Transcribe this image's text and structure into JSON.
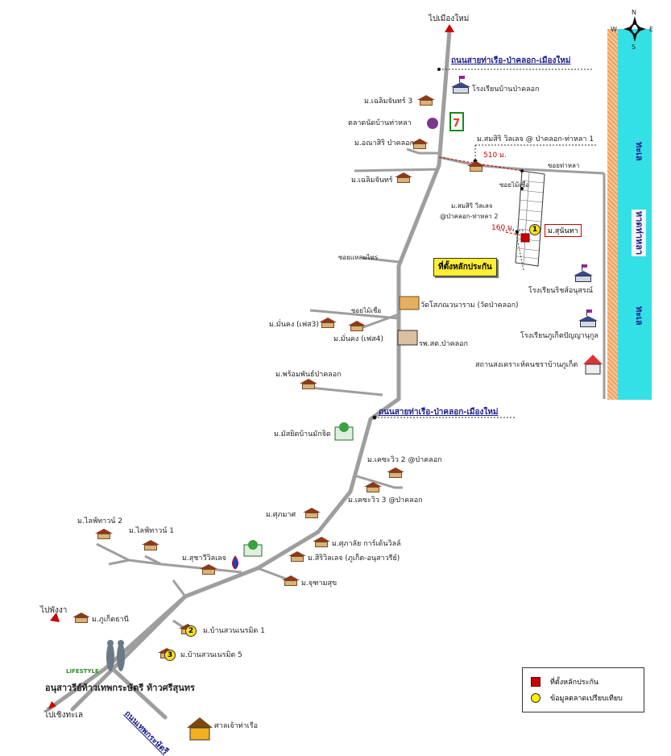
{
  "compass": {
    "n": "N",
    "s": "S",
    "e": "E",
    "w": "W"
  },
  "sea_labels": {
    "sea_top": "ทะเล",
    "beach": "หาดท่าหลา",
    "sea_bottom": "ทะเล"
  },
  "roads": {
    "main_top": "ถนนสายท่าเรือ-ป่าคลอก-เมืองใหม่",
    "main_mid": "ถนนสายท่าเรือ-ป่าคลอก-เมืองใหม่",
    "main_bottom": "ถนนเทพกระษัตรี",
    "soi_thalha": "ซอยท่าหลา",
    "soi_laemtai": "ซอยแหลมไทร",
    "soi_mainamchuen": "ซอยไม้เชื่อ",
    "soi_chuea": "ซอยไม้เชื่อ"
  },
  "directions": {
    "to_mueang_mai": "ไปเมืองใหม่",
    "to_phangnga": "ไปพังงา",
    "to_choeng_thale": "ไปเชิงทะเล"
  },
  "distances": {
    "d510": "510 ม.",
    "d160": "160 ม."
  },
  "places": {
    "school_paklok": "โรงเรียนบ้านป่าคลอก",
    "market": "ตลาดนัดบ้านท่าหลา",
    "m_chalermchan3": "ม.เฉลิมจันทร์ 3",
    "m_anasiri": "ม.อณาสิริ ป่าคลอก",
    "m_chalermchan": "ม.เฉลิมจันทร์",
    "m_somsiri1": "ม.สมสิริ วิลเลจ @ ป่าคลอก-ท่าหลา 1",
    "m_somsiri2a": "ม.สมสิริ วิลเลจ",
    "m_somsiri2b": "@ป่าคลอก-ท่าหลา 2",
    "m_sunantha": "ม.สุนันทา",
    "collateral_box": "ที่ตั้งหลักประกัน",
    "school_ritwisut": "โรงเรียนริชส์อนุสรณ์",
    "school_phuket_panyanukun": "โรงเรียนภูเก็ตปัญญานุกูล",
    "welfare": "สถานสงเคราะห์คนชราบ้านภูเก็ต",
    "wat": "วัดโสภณวนาราม (วัดป่าคลอก)",
    "m_munkong3": "ม.มั่นคง (เฟส3)",
    "m_munkong4": "ม.มั่นคง (เฟส4)",
    "hospital": "รพ.สต.ป่าคลอก",
    "m_prompan": "ม.พร้อมพันธ์ป่าคลอก",
    "mosque": "ม.มัสยิดบ้านมักจิด",
    "m_khetsaraw2": "ม.เคซะวิว 2 @ป่าคลอก",
    "m_khetsaraw3": "ม.เคซะวิว 3 @ป่าคลอก",
    "m_suphamas": "ม.ศุภมาศ",
    "m_supalai": "ม.ศุภาลัย การ์เด้นวิลล์",
    "m_siriwilet": "ม.สิริวิลเลจ (ภูเก็ต-อนุสาวรีย์)",
    "m_chuthamsuk": "ม.จุฑามสุข",
    "m_lifetown2": "ม.ไลฟ์ทาวน์ 2",
    "m_lifetown1": "ม.ไลฟ์ทาวน์ 1",
    "m_suchawiwilet": "ม.สุชาวีวิลเลจ",
    "m_phuketthani": "ม.ภูเก็ตธานี",
    "m_baansuan1": "ม.บ้านสวนเนรมิต 1",
    "m_baansuan5": "ม.บ้านสวนเนรมิต 5",
    "monument": "อนุสาวรีย์ท้าวเทพกระษัตรี ท้าวศรีสุนทร",
    "shrine": "ศาลเจ้าท่าเรือ",
    "lifestyle": "LIFESTYLE"
  },
  "markers": {
    "n1": "1",
    "n2": "2",
    "n3": "3"
  },
  "legend": {
    "collateral": "ที่ตั้งหลักประกัน",
    "comparable": "ข้อมูลตลาดเปรียบเทียบ"
  },
  "colors": {
    "road": "#9e9e9e",
    "sea": "#33e0e6",
    "marker_red": "#cc0000",
    "marker_yellow": "#ffee00"
  }
}
